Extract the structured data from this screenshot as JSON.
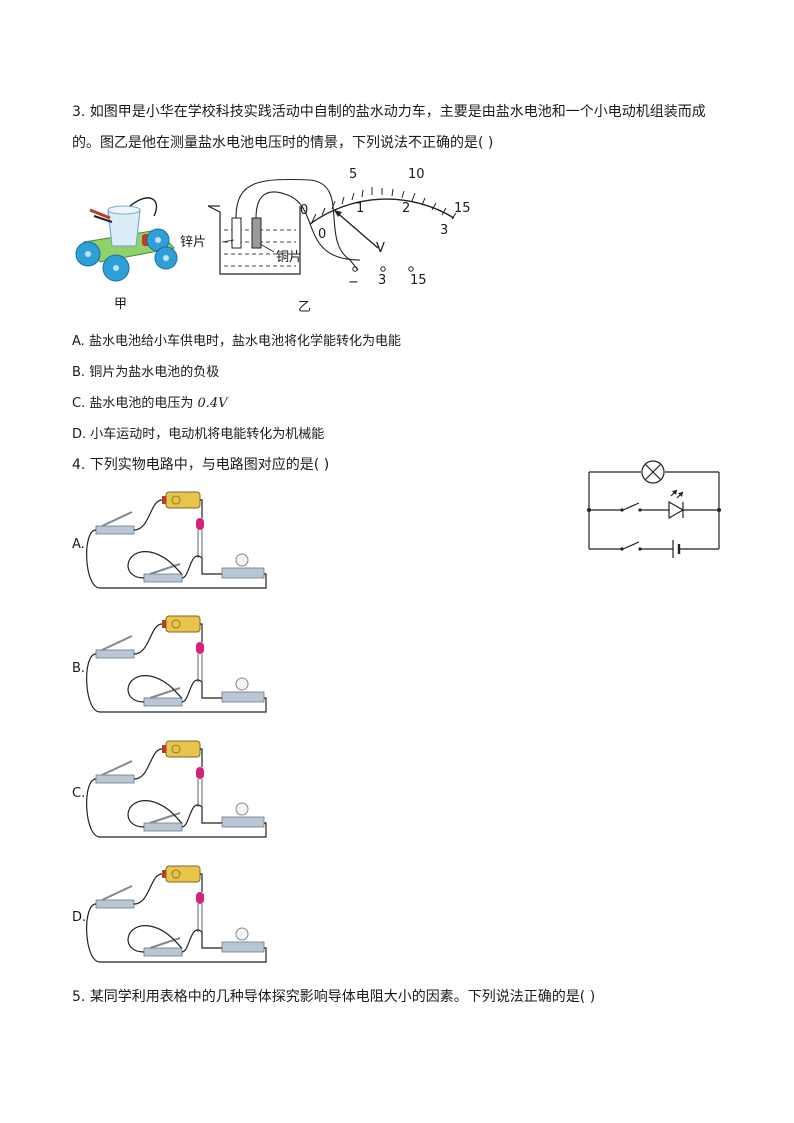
{
  "q3": {
    "line1": "3. 如图甲是小华在学校科技实践活动中自制的盐水动力车，主要是由盐水电池和一个小电动机组装而成",
    "line2": "的。图乙是他在测量盐水电池电压时的情景，下列说法不正确的是(    )",
    "fig_jia_label": "甲",
    "fig_yi_label": "乙",
    "zinc_label": "锌片",
    "copper_label": "铜片",
    "meter": {
      "upper_scale": [
        "0",
        "5",
        "10",
        "15"
      ],
      "lower_scale": [
        "0",
        "1",
        "2",
        "3"
      ],
      "unit": "V",
      "terminals": [
        "−",
        "3",
        "15"
      ]
    },
    "options": [
      {
        "letter": "A.",
        "text": "盐水电池给小车供电时，盐水电池将化学能转化为电能"
      },
      {
        "letter": "B.",
        "text": "铜片为盐水电池的负极"
      },
      {
        "letter": "C.",
        "text": "盐水电池的电压为 ",
        "math": "0.4V"
      },
      {
        "letter": "D.",
        "text": "小车运动时，电动机将电能转化为机械能"
      }
    ]
  },
  "q4": {
    "stem": "4. 下列实物电路中，与电路图对应的是(    )",
    "options": [
      "A.",
      "B.",
      "C.",
      "D."
    ]
  },
  "q5": {
    "stem": "5. 某同学利用表格中的几种导体探究影响导体电阻大小的因素。下列说法正确的是(    )"
  },
  "colors": {
    "text": "#1a1a1a",
    "wheel": "#2f9fd8",
    "battery": "#e8c44a",
    "led": "#d6237a",
    "base": "#b9c6d3"
  }
}
